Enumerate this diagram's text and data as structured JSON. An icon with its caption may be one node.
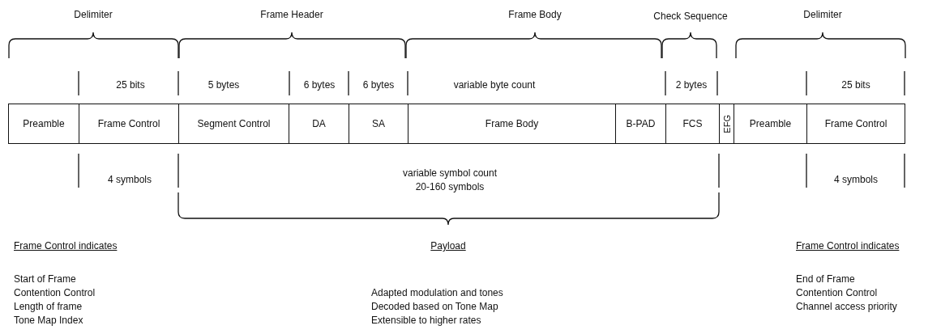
{
  "diagram": {
    "nodes": [
      {
        "text": [
          "Preamble"
        ]
      },
      {
        "text": [
          "Frame Control"
        ]
      },
      {
        "text": [
          "Segment Control"
        ]
      },
      {
        "text": [
          "DA"
        ]
      },
      {
        "text": [
          "SA"
        ]
      },
      {
        "text": [
          "Frame Body"
        ]
      },
      {
        "text": [
          "B-PAD"
        ]
      },
      {
        "text": [
          "FCS"
        ]
      },
      {
        "text": [
          "EFG"
        ]
      },
      {
        "text": [
          "Preamble"
        ]
      },
      {
        "text": [
          "Frame Control"
        ]
      }
    ],
    "labels": [
      "Delimiter",
      "Frame Header",
      "Frame Body",
      "Check Sequence",
      "Delimiter",
      "25 bits",
      "5 bytes",
      "6 bytes",
      "6 bytes",
      "variable byte count",
      "2 bytes",
      "25 bits",
      "4 symbols",
      "variable symbol count 20-160 symbols",
      "4 symbols",
      "Frame Control indicates",
      "Start of Frame",
      "Contention Control",
      "Length of frame",
      "Tone Map Index",
      "Payload",
      "Adapted modulation and tones",
      "Decoded based on Tone Map",
      "Extensible to higher rates",
      "Frame Control indicates",
      "End of Frame",
      "Contention Control",
      "Channel access priority"
    ]
  }
}
